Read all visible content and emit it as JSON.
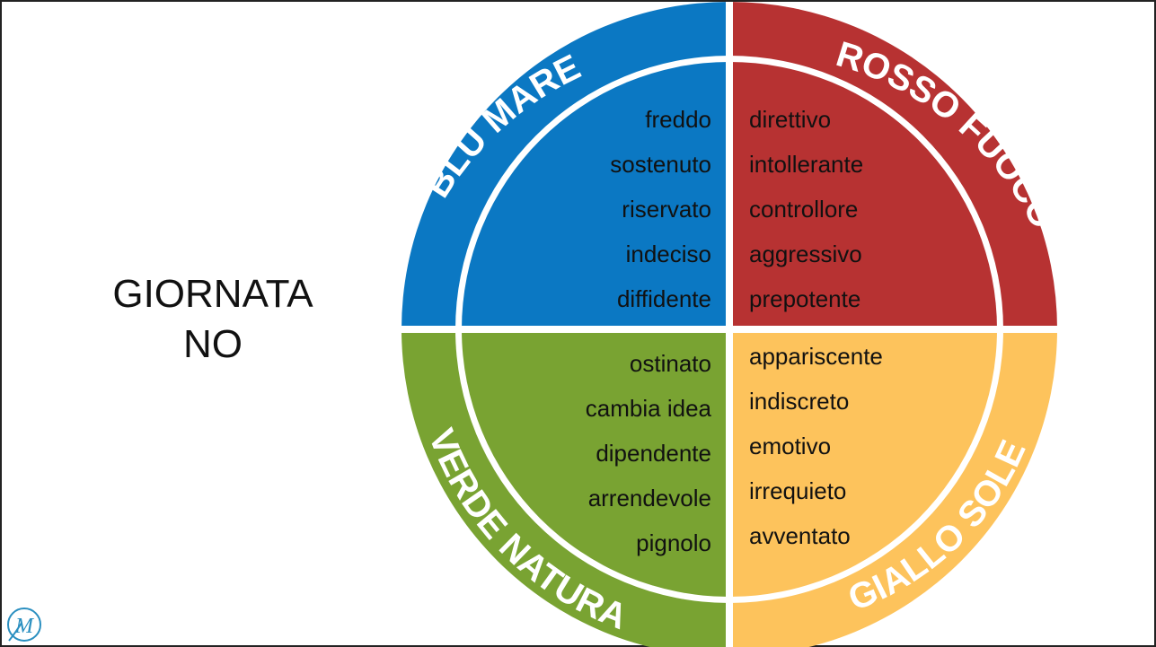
{
  "slide": {
    "title_lines": [
      "GIORNATA",
      "NO"
    ]
  },
  "quadrants": {
    "blue": {
      "label": "BLU MARE",
      "color": "#0b78c3",
      "words": [
        "freddo",
        "sostenuto",
        "riservato",
        "indeciso",
        "diffidente"
      ]
    },
    "red": {
      "label": "ROSSO FUOCO",
      "color": "#b73232",
      "words": [
        "direttivo",
        "intollerante",
        "controllore",
        "aggressivo",
        "prepotente"
      ]
    },
    "green": {
      "label": "VERDE NATURA",
      "color": "#79a332",
      "words": [
        "ostinato",
        "cambia idea",
        "dipendente",
        "arrendevole",
        "pignolo"
      ]
    },
    "yellow": {
      "label": "GIALLO SOLE",
      "color": "#fdc35c",
      "words": [
        "appariscente",
        "indiscreto",
        "emotivo",
        "irrequieto",
        "avventato"
      ]
    }
  },
  "logo": {
    "icon": "m-monogram-icon",
    "color": "#2a8fc0",
    "letter": "M"
  }
}
